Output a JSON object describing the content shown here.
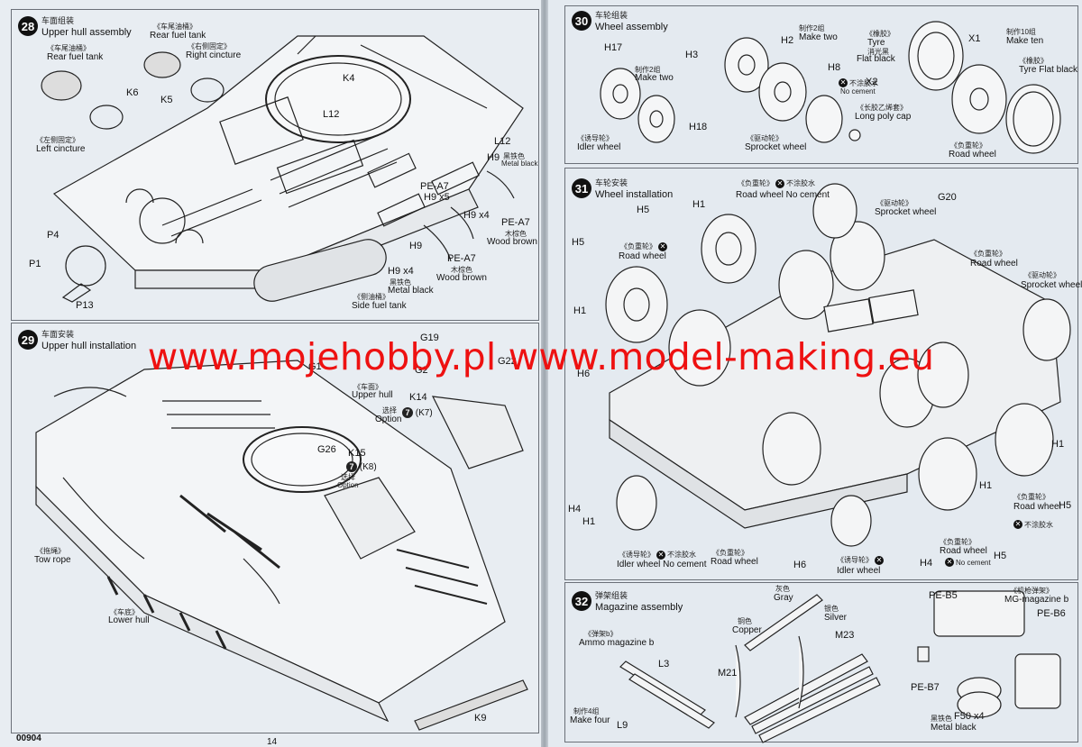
{
  "watermark": "www.mojehobby.pl www.model-making.eu",
  "footer": {
    "code": "00904",
    "page_left": "14"
  },
  "steps": {
    "s28": {
      "num": "28",
      "cn": "车面组装",
      "en": "Upper hull assembly"
    },
    "s29": {
      "num": "29",
      "cn": "车面安装",
      "en": "Upper hull installation"
    },
    "s30": {
      "num": "30",
      "cn": "车轮组装",
      "en": "Wheel assembly"
    },
    "s31": {
      "num": "31",
      "cn": "车轮安装",
      "en": "Wheel installation"
    },
    "s32": {
      "num": "32",
      "cn": "弹架组装",
      "en": "Magazine assembly"
    }
  },
  "labels28": {
    "rear_tank_cn": "《车尾油桶》",
    "rear_tank_en": "Rear fuel tank",
    "rear_tank2_cn": "《车尾油桶》",
    "rear_tank2_en": "Rear fuel tank",
    "right_cn": "《右侧固定》",
    "right_en": "Right cincture",
    "left_cn": "《左侧固定》",
    "left_en": "Left cincture",
    "k6": "K6",
    "k5": "K5",
    "k4": "K4",
    "l12a": "L12",
    "l12b": "L12",
    "h9a": "H9",
    "h9a_cn": "黑铁色",
    "h9a_en": "Metal black",
    "pea7a": "PE-A7",
    "h9x5": "H9 x5",
    "h9x4a": "H9 x4",
    "pea7b": "PE-A7",
    "pea7b_cn": "木棕色",
    "pea7b_en": "Wood brown",
    "h9b": "H9",
    "pea7c": "PE-A7",
    "pea7c_cn": "木棕色",
    "pea7c_en": "Wood brown",
    "h9x4b": "H9 x4",
    "h9x4b_cn": "黑铁色",
    "h9x4b_en": "Metal black",
    "p4": "P4",
    "p1": "P1",
    "p13": "P13",
    "side_tank_cn": "《侧油桶》",
    "side_tank_en": "Side fuel tank"
  },
  "labels29": {
    "g19": "G19",
    "g1": "G1",
    "g2": "G2",
    "g22": "G22",
    "upper_cn": "《车面》",
    "upper_en": "Upper hull",
    "k14": "K14",
    "option_cn": "选择",
    "option_en": "Option",
    "opt7": "7",
    "k7": "(K7)",
    "g26": "G26",
    "k15": "K15",
    "opt8": "7",
    "k8": "(K8)",
    "option2_cn": "选择",
    "option2_en": "Option",
    "tow_cn": "《拖绳》",
    "tow_en": "Tow rope",
    "lower_cn": "《车底》",
    "lower_en": "Lower hull",
    "k9": "K9"
  },
  "labels30": {
    "h17": "H17",
    "h3": "H3",
    "h2": "H2",
    "h2_cn": "制作2组",
    "h2_en": "Make two",
    "make_two_cn": "制作2组",
    "make_two_en": "Make two",
    "h8": "H8",
    "no_cement_cn": "不涂胶水",
    "no_cement_en": "No cement",
    "tyre_cn": "《橡胶》",
    "tyre_en": "Tyre",
    "tyre_color_cn": "消光黑",
    "tyre_color_en": "Flat black",
    "x2": "X2",
    "x1": "X1",
    "make_ten_cn": "制作10组",
    "make_ten_en": "Make ten",
    "tyre2_cn": "《橡胶》",
    "tyre2_en": "Tyre",
    "tyre2_color_en": "Flat black",
    "idler_cn": "《诱导轮》",
    "idler_en": "Idler wheel",
    "h18": "H18",
    "sprocket_cn": "《驱动轮》",
    "sprocket_en": "Sprocket wheel",
    "poly_cn": "《长胶乙烯套》",
    "poly_en": "Long poly cap",
    "road_cn": "《负重轮》",
    "road_en": "Road wheel"
  },
  "labels31": {
    "road1_cn": "《负重轮》",
    "road1_en": "Road wheel",
    "nc_cn": "不涂胶水",
    "nc_en": "No cement",
    "h5a": "H5",
    "h1a": "H1",
    "sprocket_cn": "《驱动轮》",
    "sprocket_en": "Sprocket wheel",
    "g20": "G20",
    "h5b": "H5",
    "road2_cn": "《负重轮》",
    "road2_en": "Road wheel",
    "road3_cn": "《负重轮》",
    "road3_en": "Road wheel",
    "sprocket2_cn": "《驱动轮》",
    "sprocket2_en": "Sprocket wheel",
    "h1b": "H1",
    "h6a": "H6",
    "h1c": "H1",
    "h5c": "H5",
    "h4a": "H4",
    "h1d": "H1",
    "h1e": "H1",
    "road4_cn": "《负重轮》",
    "road4_en": "Road wheel",
    "h5d": "H5",
    "idler1_cn": "《诱导轮》",
    "idler1_en": "Idler wheel",
    "road5_cn": "《负重轮》",
    "road5_en": "Road wheel",
    "h6b": "H6",
    "idler2_cn": "《诱导轮》",
    "idler2_en": "Idler wheel",
    "h4b": "H4",
    "h5e": "H5",
    "road6_cn": "《负重轮》",
    "road6_en": "Road wheel"
  },
  "labels32": {
    "copper_cn": "铜色",
    "copper_en": "Copper",
    "gray_cn": "灰色",
    "gray_en": "Gray",
    "silver_cn": "银色",
    "silver_en": "Silver",
    "m23": "M23",
    "m21": "M21",
    "ammo_cn": "《弹架b》",
    "ammo_en": "Ammo magazine b",
    "l3": "L3",
    "l9": "L9",
    "make_four_cn": "制作4组",
    "make_four_en": "Make four",
    "peb5": "PE-B5",
    "mg_cn": "《机枪弹架》",
    "mg_en": "MG-magazine b",
    "peb6": "PE-B6",
    "peb7": "PE-B7",
    "f50": "F50 x4",
    "f50_cn": "黑铁色",
    "f50_en": "Metal black"
  }
}
